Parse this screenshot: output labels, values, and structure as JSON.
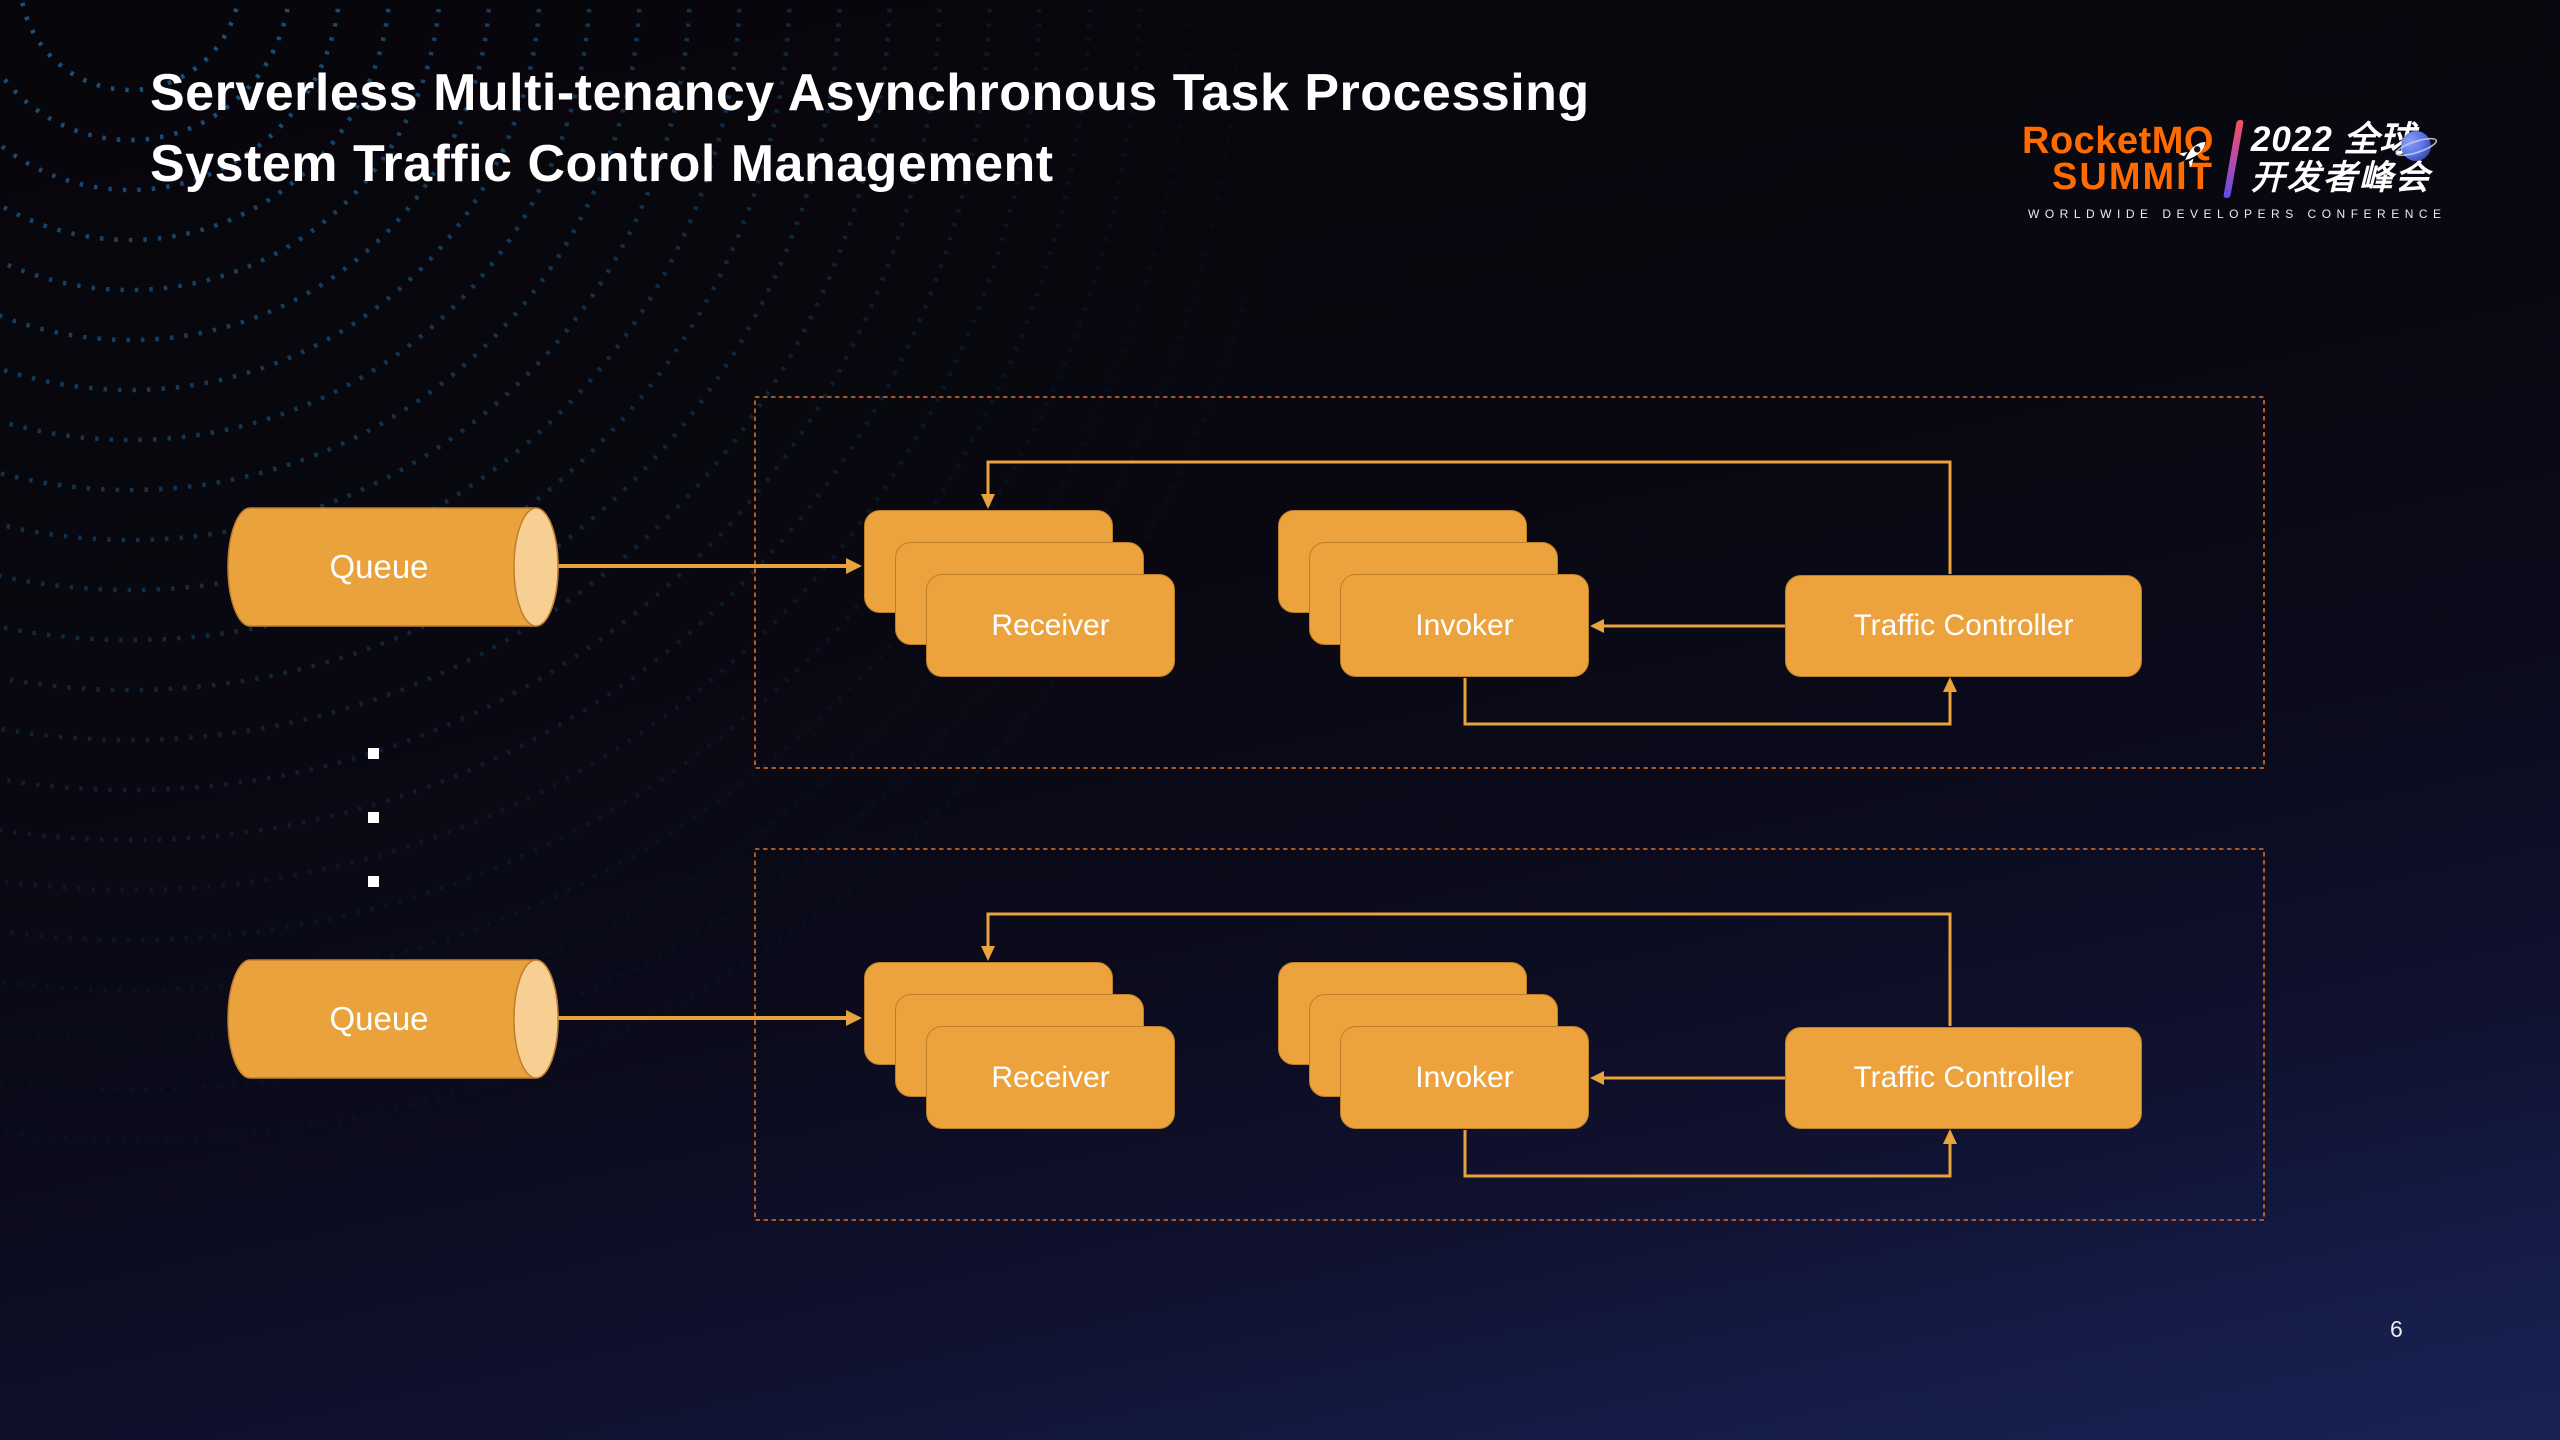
{
  "slide": {
    "title_line1": "Serverless Multi-tenancy Asynchronous Task Processing",
    "title_line2": "System Traffic Control Management",
    "page_number": "6"
  },
  "logo": {
    "brand_top": "RocketMQ",
    "brand_bottom": "SUMMIT",
    "year_line": "2022 全球",
    "event_line": "开发者峰会",
    "tagline": "WORLDWIDE DEVELOPERS CONFERENCE",
    "brand_color": "#FF6B00"
  },
  "diagram": {
    "sections": [
      {
        "queue_label": "Queue",
        "receiver_label": "Receiver",
        "invoker_label": "Invoker",
        "traffic_controller_label": "Traffic Controller"
      },
      {
        "queue_label": "Queue",
        "receiver_label": "Receiver",
        "invoker_label": "Invoker",
        "traffic_controller_label": "Traffic Controller"
      }
    ],
    "ellipsis_dot_count": 3,
    "colors": {
      "node_fill": "#ECA33E",
      "connector": "#E8A33D",
      "section_border": "#DD6E20",
      "cylinder_body": "#E9A23C",
      "cylinder_cap": "#F7CF92",
      "pattern_blue": "#2373B2"
    }
  }
}
